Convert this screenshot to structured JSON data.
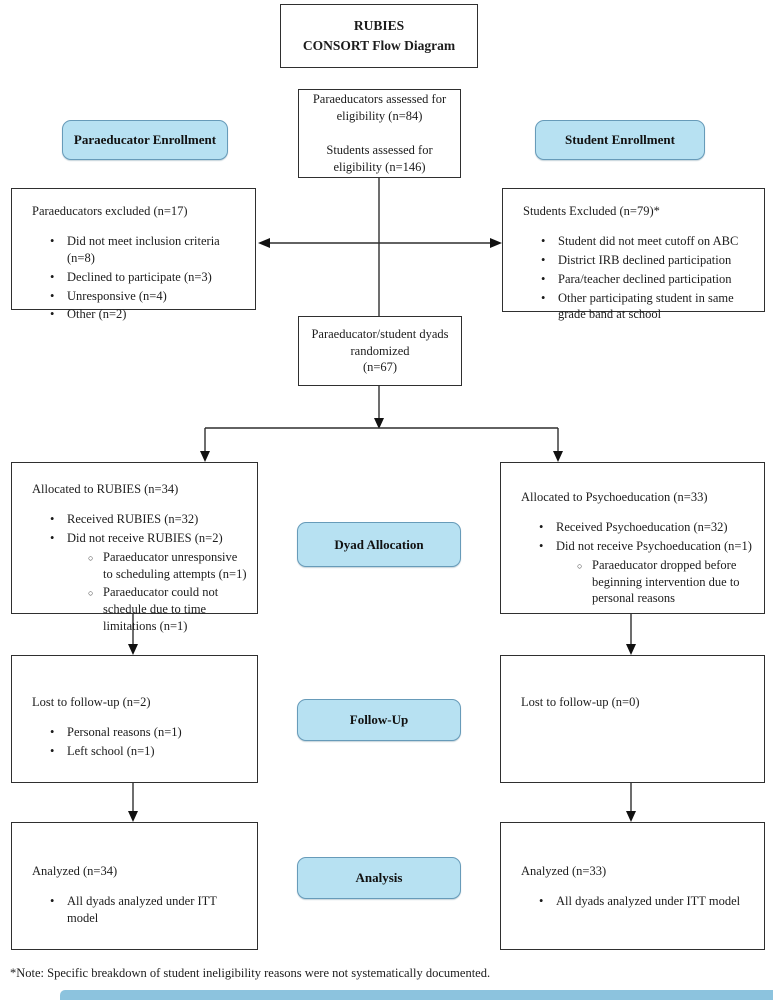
{
  "header": {
    "title_line1": "RUBIES",
    "title_line2": "CONSORT Flow Diagram"
  },
  "stages": {
    "paraeducator_enrollment": "Paraeducator Enrollment",
    "student_enrollment": "Student Enrollment",
    "dyad_allocation": "Dyad Allocation",
    "follow_up": "Follow-Up",
    "analysis": "Analysis"
  },
  "flow": {
    "eligibility": {
      "para": "Paraeducators assessed for eligibility (n=84)",
      "students": "Students assessed for eligibility (n=146)"
    },
    "paraeducators_excluded": {
      "heading": "Paraeducators excluded (n=17)",
      "items": [
        {
          "t": "Did not meet inclusion criteria (n=8)",
          "l": 1
        },
        {
          "t": "Declined to participate (n=3)",
          "l": 1
        },
        {
          "t": "Unresponsive (n=4)",
          "l": 1
        },
        {
          "t": "Other (n=2)",
          "l": 1
        }
      ]
    },
    "students_excluded": {
      "heading": "Students Excluded (n=79)*",
      "items": [
        {
          "t": "Student did not meet cutoff on ABC",
          "l": 1
        },
        {
          "t": "District IRB declined participation",
          "l": 1
        },
        {
          "t": "Para/teacher declined participation",
          "l": 1
        },
        {
          "t": "Other participating student in same grade band at school",
          "l": 1
        }
      ]
    },
    "randomized": {
      "line1": "Paraeducator/student dyads",
      "line2": "randomized",
      "line3": "(n=67)"
    },
    "allocated_rubies": {
      "heading": "Allocated to RUBIES (n=34)",
      "items": [
        {
          "t": "Received RUBIES (n=32)",
          "l": 1
        },
        {
          "t": "Did not receive RUBIES (n=2)",
          "l": 1
        },
        {
          "t": "Paraeducator unresponsive to scheduling attempts (n=1)",
          "l": 2
        },
        {
          "t": "Paraeducator could not schedule due to time limitations (n=1)",
          "l": 2
        }
      ]
    },
    "allocated_psychoeducation": {
      "heading": "Allocated to Psychoeducation (n=33)",
      "items": [
        {
          "t": "Received Psychoeducation (n=32)",
          "l": 1
        },
        {
          "t": "Did not receive Psychoeducation (n=1)",
          "l": 1
        },
        {
          "t": "Paraeducator dropped before beginning intervention due to personal reasons",
          "l": 2
        }
      ]
    },
    "lost_followup_rubies": {
      "heading": "Lost to follow-up (n=2)",
      "items": [
        {
          "t": "Personal reasons (n=1)",
          "l": 1
        },
        {
          "t": "Left school (n=1)",
          "l": 1
        }
      ]
    },
    "lost_followup_psychoeducation": {
      "heading": "Lost to follow-up (n=0)",
      "items": []
    },
    "analyzed_rubies": {
      "heading": "Analyzed (n=34)",
      "items": [
        {
          "t": "All dyads analyzed under ITT model",
          "l": 1
        }
      ]
    },
    "analyzed_psychoeducation": {
      "heading": "Analyzed (n=33)",
      "items": [
        {
          "t": "All dyads analyzed under ITT model",
          "l": 1
        }
      ]
    }
  },
  "footnote": "*Note: Specific breakdown of student ineligibility reasons were not systematically documented.",
  "colors": {
    "stage_fill": "#b7e1f2",
    "stage_border": "#679bb9",
    "box_border": "#2f2f2f",
    "arrow": "#2f2f2f",
    "background": "#ffffff"
  }
}
